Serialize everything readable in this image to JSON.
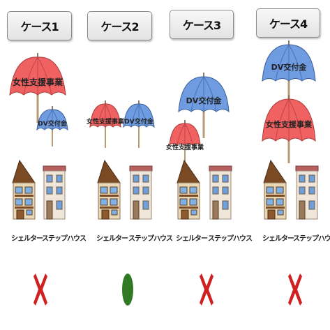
{
  "cases": [
    {
      "label": "ケース1",
      "umbrellas": [
        {
          "label": "女性支援事業",
          "color": "#f06262",
          "size": "large",
          "rank": "top"
        },
        {
          "label": "DV交付金",
          "color": "#6f9be0",
          "size": "small",
          "rank": "bottom"
        }
      ],
      "shelter_label": "シェルター",
      "stephouse_label": "ステップハウス",
      "result": "cross"
    },
    {
      "label": "ケース2",
      "umbrellas": [
        {
          "label": "女性支援事業",
          "color": "#f06262",
          "size": "small",
          "rank": "equal"
        },
        {
          "label": "DV交付金",
          "color": "#6f9be0",
          "size": "small",
          "rank": "equal"
        }
      ],
      "shelter_label": "シェルター",
      "stephouse_label": "ステップハウス",
      "result": "circle"
    },
    {
      "label": "ケース3",
      "umbrellas": [
        {
          "label": "DV交付金",
          "color": "#6f9be0",
          "size": "large",
          "rank": "top"
        },
        {
          "label": "女性支援事業",
          "color": "#f06262",
          "size": "small",
          "rank": "bottom"
        }
      ],
      "shelter_label": "シェルター",
      "stephouse_label": "ステップハウス",
      "result": "cross"
    },
    {
      "label": "ケース4",
      "umbrellas": [
        {
          "label": "DV交付金",
          "color": "#6f9be0",
          "size": "large",
          "rank": "top"
        },
        {
          "label": "女性支援事業",
          "color": "#f06262",
          "size": "large",
          "rank": "bottom"
        }
      ],
      "shelter_label": "シェルター",
      "stephouse_label": "ステップハウス",
      "result": "cross"
    }
  ],
  "colors": {
    "cross": "#d02020",
    "circle": "#2f7a22",
    "umbrella_text": "#222222"
  }
}
